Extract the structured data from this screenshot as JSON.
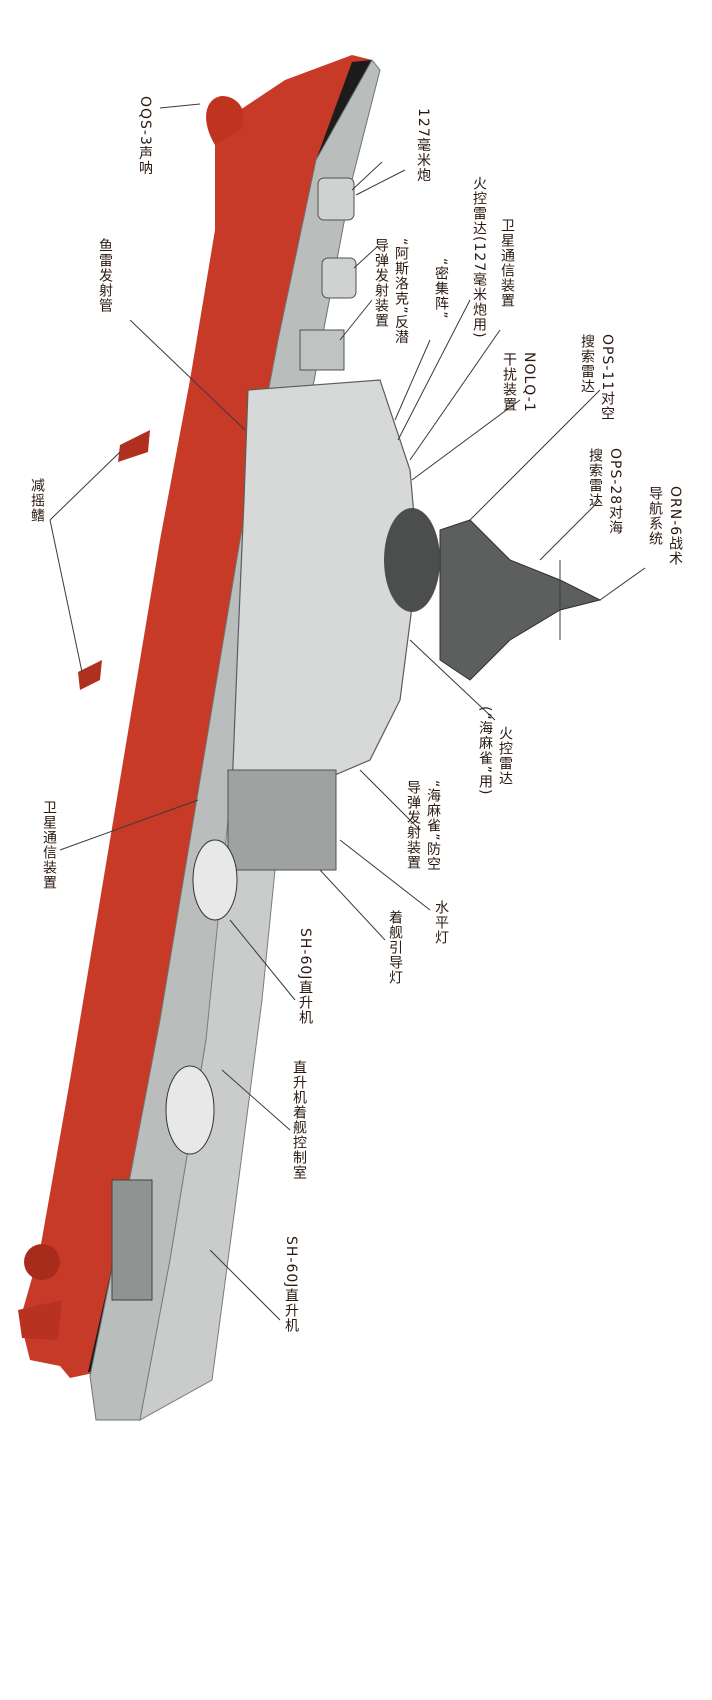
{
  "colors": {
    "hull_red": "#c83a28",
    "deck_gray": "#b9bdbb",
    "waterline": "#1c1c1c",
    "superstructure": "#d7d9d8"
  },
  "labels": {
    "oqs3": "OQS-3声呐",
    "gun127": "127毫米炮",
    "fire_radar_127": "火控雷达(127毫米炮用)",
    "satcom_top": "卫星通信装置",
    "ciws": "“密集阵”",
    "asroc_1": "“阿斯洛克”反潜",
    "asroc_2": "导弹发射装置",
    "torpedo": "鱼雷发射管",
    "nolq_1": "NOLQ-1",
    "nolq_2": "干扰装置",
    "ops11_1": "OPS-11对空",
    "ops11_2": "搜索雷达",
    "ops28_1": "OPS-28对海",
    "ops28_2": "搜索雷达",
    "orn6_1": "ORN-6战术",
    "orn6_2": "导航系统",
    "stabilizer": "减摇鳍",
    "fire_radar_sea_1": "火控雷达",
    "fire_radar_sea_2": "(“海麻雀”用)",
    "seasparrow_1": "“海麻雀”防空",
    "seasparrow_2": "导弹发射装置",
    "horizon_light": "水平灯",
    "guide_light": "着舰引导灯",
    "satcom_bottom": "卫星通信装置",
    "heli_1": "SH-60J直升机",
    "heli_control": "直升机着舰控制室",
    "heli_2": "SH-60J直升机"
  }
}
